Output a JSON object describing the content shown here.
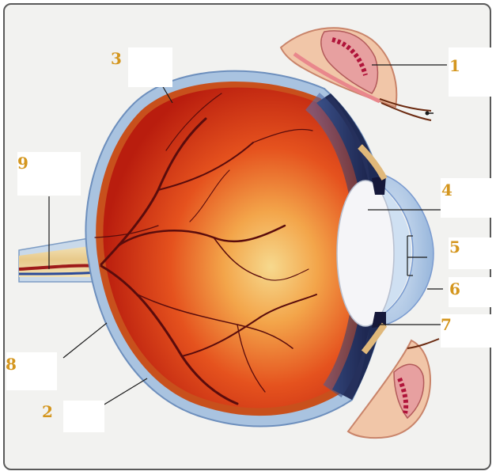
{
  "labels": [
    {
      "id": "1",
      "text": "1"
    },
    {
      "id": "2",
      "text": "2"
    },
    {
      "id": "3",
      "text": "3"
    },
    {
      "id": "4",
      "text": "4"
    },
    {
      "id": "5",
      "text": "5"
    },
    {
      "id": "6",
      "text": "6"
    },
    {
      "id": "7",
      "text": "7"
    },
    {
      "id": "8",
      "text": "8"
    },
    {
      "id": "9",
      "text": "9"
    }
  ],
  "colors": {
    "label_number": "#d4961e",
    "retina": "#e8381a",
    "sclera": "#9db8d8",
    "lens": "#f4f4f6",
    "iris": "#2c3e78",
    "vessels": "#5a0c0c"
  }
}
